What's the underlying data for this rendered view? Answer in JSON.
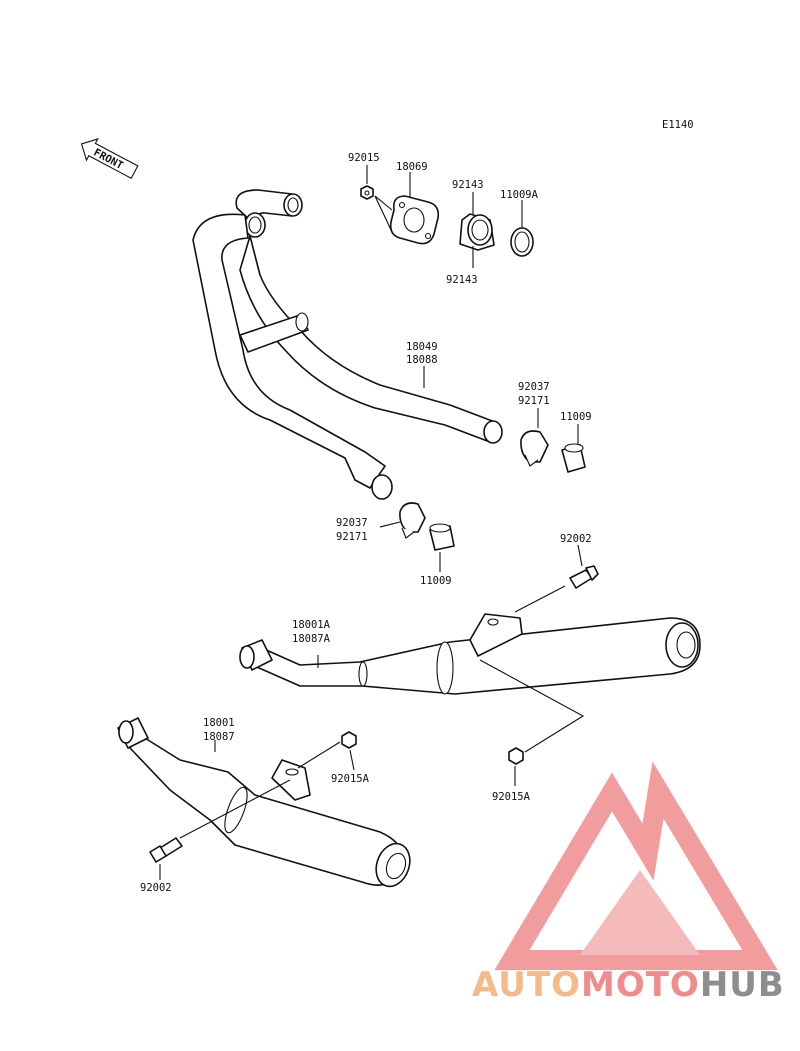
{
  "diagram": {
    "code": "E1140",
    "front_label": "FRONT",
    "labels": {
      "p92015_top": "92015",
      "p18069": "18069",
      "p92143_a": "92143",
      "p11009A": "11009A",
      "p92143_b": "92143",
      "p18049": "18049",
      "p18088": "18088",
      "p92037_r": "92037",
      "p92171_r": "92171",
      "p11009_r": "11009",
      "p92037_l": "92037",
      "p92171_l": "92171",
      "p11009_l": "11009",
      "p92002_top": "92002",
      "p18001A": "18001A",
      "p18087A": "18087A",
      "p92015A_r": "92015A",
      "p18001": "18001",
      "p18087": "18087",
      "p92015A_l": "92015A",
      "p92002_bot": "92002"
    }
  },
  "watermark": {
    "part1": "AUTO",
    "part2": "MOTO",
    "part3": "HUB",
    "colors": {
      "orange": "#f6b98a",
      "red": "#ef8d8d",
      "gray": "#8e8e8e",
      "triangle": "#f08c8c"
    }
  }
}
